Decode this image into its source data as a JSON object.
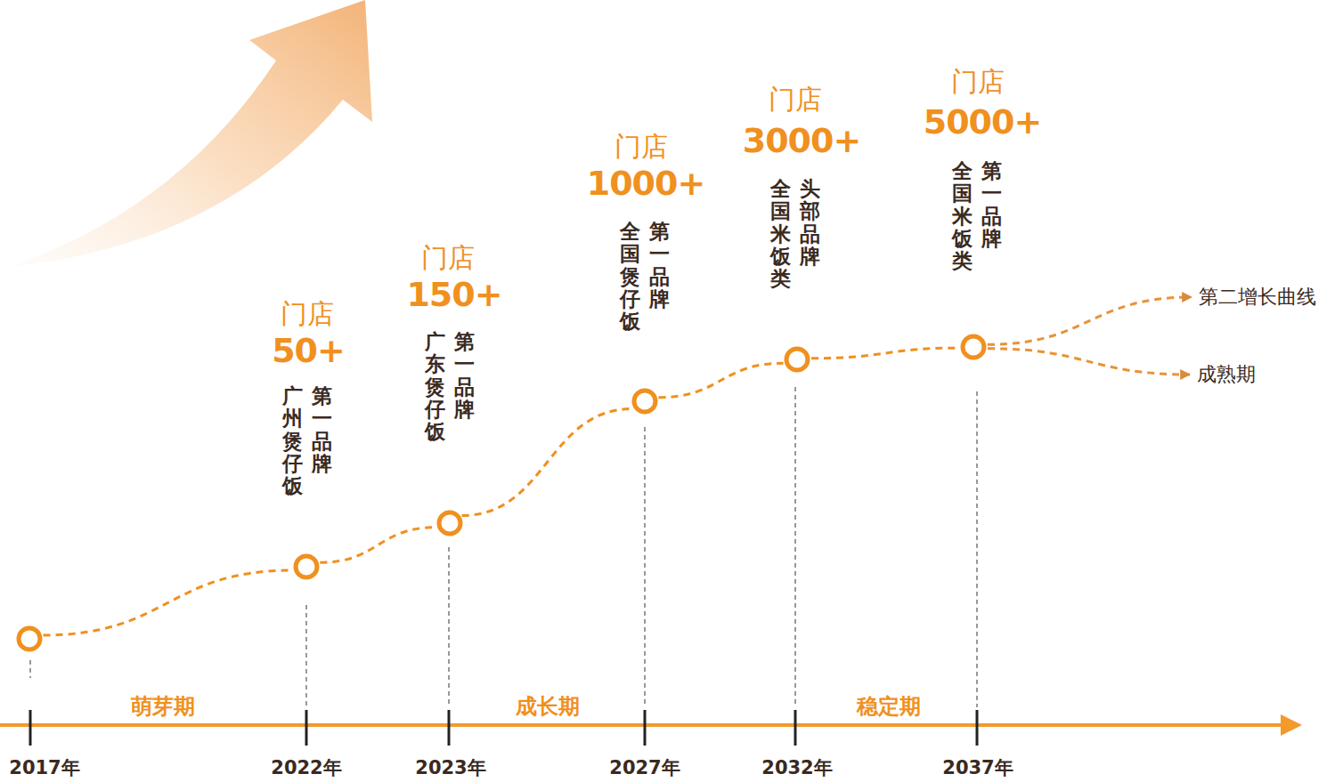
{
  "diagram": {
    "nodes": [
      {
        "text": [
          "2017年"
        ]
      },
      {
        "text": [
          "门店",
          "50+",
          "广州煲仔饭",
          "第一品牌",
          "2022年"
        ]
      },
      {
        "text": [
          "门店",
          "150+",
          "广东煲仔饭",
          "第一品牌",
          "2023年"
        ]
      },
      {
        "text": [
          "门店",
          "1000+",
          "全国煲仔饭",
          "第一品牌",
          "2027年"
        ]
      },
      {
        "text": [
          "门店",
          "3000+",
          "全国米饭类",
          "头部品牌",
          "2032年"
        ]
      },
      {
        "text": [
          "门店",
          "5000+",
          "全国米饭类",
          "第一品牌",
          "2037年"
        ]
      },
      {
        "text": [
          "第二增长曲线"
        ]
      },
      {
        "text": [
          "成熟期"
        ]
      }
    ],
    "edges": [
      {
        "from": 0,
        "to": 1,
        "arrow": "none"
      },
      {
        "from": 1,
        "to": 2,
        "arrow": "none"
      },
      {
        "from": 2,
        "to": 3,
        "arrow": "none"
      },
      {
        "from": 3,
        "to": 4,
        "arrow": "none"
      },
      {
        "from": 4,
        "to": 5,
        "arrow": "none"
      },
      {
        "from": 5,
        "to": 6,
        "arrow": "to"
      },
      {
        "from": 5,
        "to": 7,
        "arrow": "to"
      }
    ],
    "labels": [
      "萌芽期",
      "成长期",
      "稳定期"
    ]
  }
}
